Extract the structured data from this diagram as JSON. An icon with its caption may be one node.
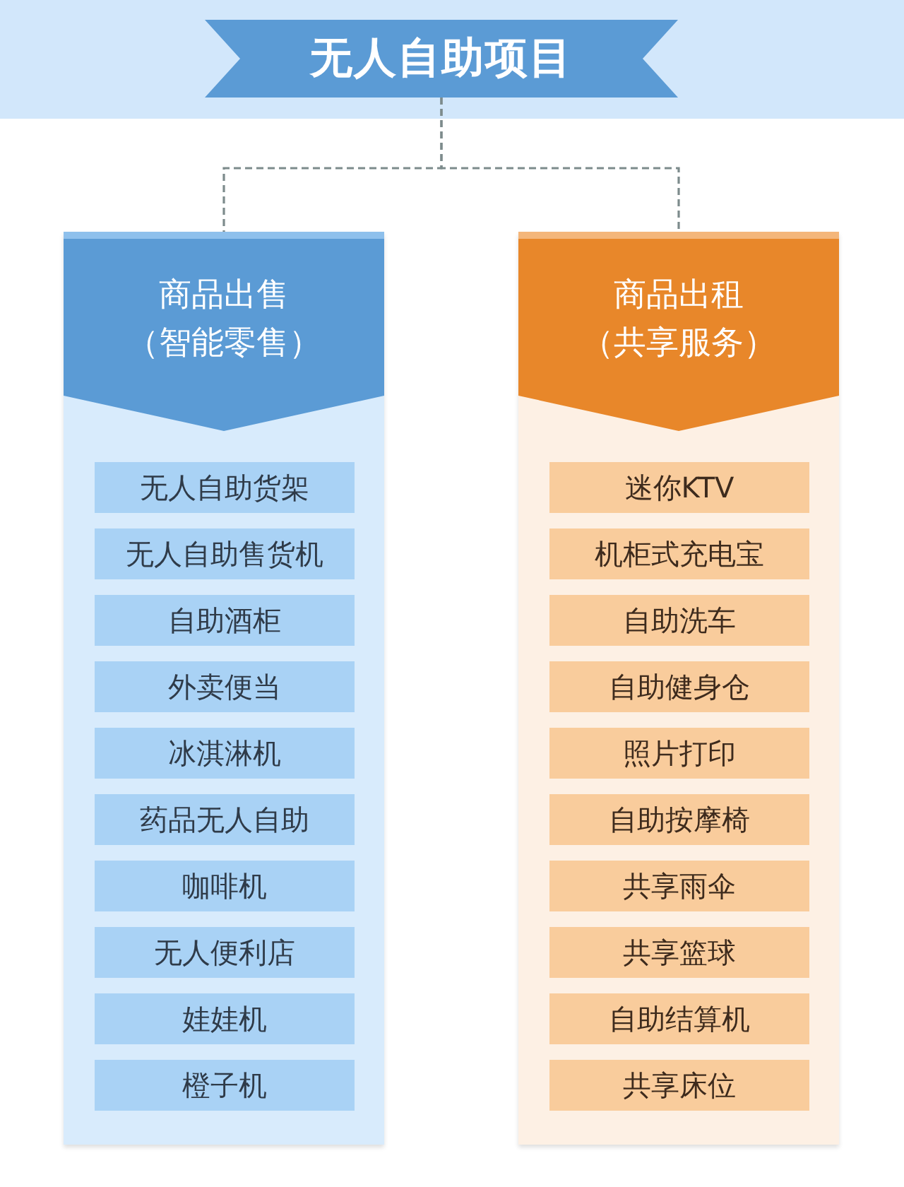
{
  "diagram": {
    "nodes": [
      {
        "text": [
          "无人自助项目"
        ]
      },
      {
        "text": [
          "商品出售",
          "（智能零售）"
        ]
      },
      {
        "text": [
          "无人自助货架"
        ],
        "in": 1
      },
      {
        "text": [
          "无人自助售货机"
        ],
        "in": 1
      },
      {
        "text": [
          "自助酒柜"
        ],
        "in": 1
      },
      {
        "text": [
          "外卖便当"
        ],
        "in": 1
      },
      {
        "text": [
          "冰淇淋机"
        ],
        "in": 1
      },
      {
        "text": [
          "药品无人自助"
        ],
        "in": 1
      },
      {
        "text": [
          "咖啡机"
        ],
        "in": 1
      },
      {
        "text": [
          "无人便利店"
        ],
        "in": 1
      },
      {
        "text": [
          "娃娃机"
        ],
        "in": 1
      },
      {
        "text": [
          "橙子机"
        ],
        "in": 1
      },
      {
        "text": [
          "商品出租",
          "（共享服务）"
        ]
      },
      {
        "text": [
          "迷你KTV"
        ],
        "in": 12
      },
      {
        "text": [
          "机柜式充电宝"
        ],
        "in": 12
      },
      {
        "text": [
          "自助洗车"
        ],
        "in": 12
      },
      {
        "text": [
          "自助健身仓"
        ],
        "in": 12
      },
      {
        "text": [
          "照片打印"
        ],
        "in": 12
      },
      {
        "text": [
          "自助按摩椅"
        ],
        "in": 12
      },
      {
        "text": [
          "共享雨伞"
        ],
        "in": 12
      },
      {
        "text": [
          "共享篮球"
        ],
        "in": 12
      },
      {
        "text": [
          "自助结算机"
        ],
        "in": 12
      },
      {
        "text": [
          "共享床位"
        ],
        "in": 12
      }
    ],
    "edges": [
      {
        "from": 0,
        "to": 1,
        "arrow": "none",
        "style": "dashed"
      },
      {
        "from": 0,
        "to": 12,
        "arrow": "none",
        "style": "dashed"
      }
    ]
  }
}
